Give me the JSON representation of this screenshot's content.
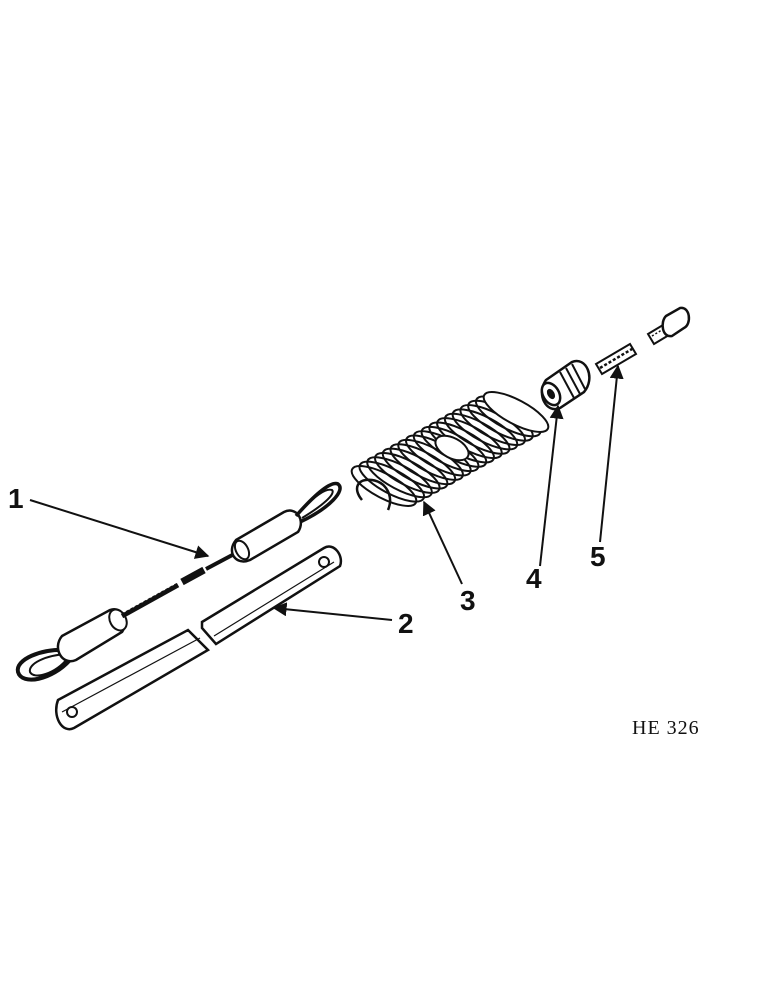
{
  "callouts": [
    {
      "id": "1",
      "label": "1"
    },
    {
      "id": "2",
      "label": "2"
    },
    {
      "id": "3",
      "label": "3"
    },
    {
      "id": "4",
      "label": "4"
    },
    {
      "id": "5",
      "label": "5"
    }
  ],
  "figure_code": "HE 326",
  "colors": {
    "ink": "#111111",
    "background": "#ffffff"
  }
}
